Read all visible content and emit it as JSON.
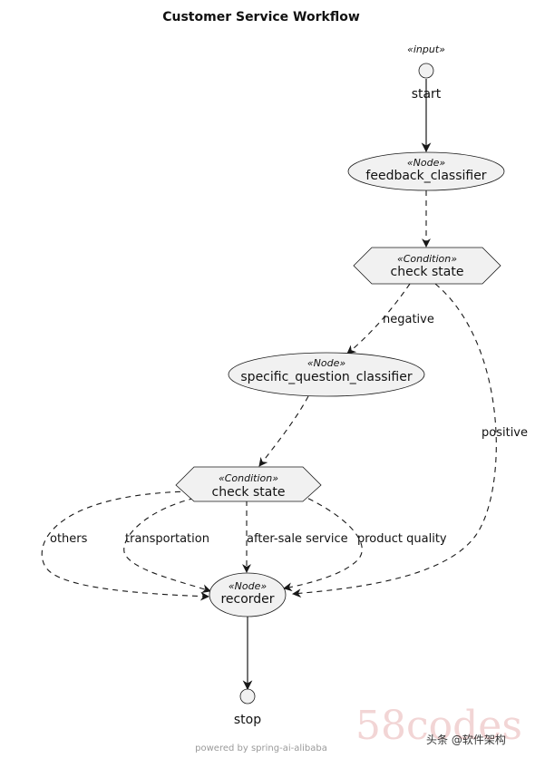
{
  "title": "Customer Service Workflow",
  "nodes": {
    "start": {
      "stereotype": "«input»",
      "label": "start"
    },
    "feedback_classifier": {
      "stereotype": "«Node»",
      "label": "feedback_classifier"
    },
    "check_state_1": {
      "stereotype": "«Condition»",
      "label": "check state"
    },
    "specific_question_classifier": {
      "stereotype": "«Node»",
      "label": "specific_question_classifier"
    },
    "check_state_2": {
      "stereotype": "«Condition»",
      "label": "check state"
    },
    "recorder": {
      "stereotype": "«Node»",
      "label": "recorder"
    },
    "stop": {
      "label": "stop"
    }
  },
  "edges": {
    "negative": "negative",
    "positive": "positive",
    "others": "others",
    "transportation": "transportation",
    "after_sale": "after-sale service",
    "product_quality": "product quality"
  },
  "footer": "powered by spring-ai-alibaba",
  "watermark": {
    "big": "58codes",
    "small": "头条 @软件架构"
  }
}
